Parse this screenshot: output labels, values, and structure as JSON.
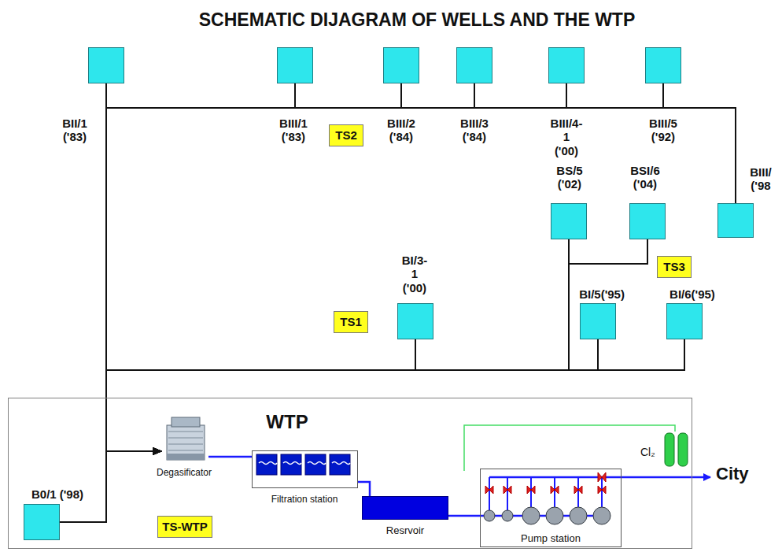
{
  "diagram": {
    "title": "SCHEMATIC DIJAGRAM OF WELLS AND THE WTP",
    "nodes": [
      {
        "text": [
          "BII/1 ('83)"
        ]
      },
      {
        "text": [
          "BIII/1 ('83)"
        ]
      },
      {
        "text": [
          "TS2"
        ]
      },
      {
        "text": [
          "BIII/2 ('84)"
        ]
      },
      {
        "text": [
          "BIII/3 ('84)"
        ]
      },
      {
        "text": [
          "BIII/4-1 ('00)"
        ]
      },
      {
        "text": [
          "BIII/5 ('92)"
        ]
      },
      {
        "text": [
          "BS/5 ('02)"
        ]
      },
      {
        "text": [
          "BSI/6 ('04)"
        ]
      },
      {
        "text": [
          "BIII/ ('98"
        ]
      },
      {
        "text": [
          "TS3"
        ]
      },
      {
        "text": [
          "BI/3-1 ('00)"
        ]
      },
      {
        "text": [
          "TS1"
        ]
      },
      {
        "text": [
          "BI/5('95)"
        ]
      },
      {
        "text": [
          "BI/6('95)"
        ]
      },
      {
        "text": [
          "WTP"
        ]
      },
      {
        "text": [
          "Degasificator"
        ],
        "in": 15
      },
      {
        "text": [
          "Filtration station"
        ],
        "in": 15
      },
      {
        "text": [
          "Resrvoir"
        ],
        "in": 15
      },
      {
        "text": [
          "Pump station"
        ],
        "in": 15
      },
      {
        "text": [
          "B0/1 ('98)"
        ],
        "in": 15
      },
      {
        "text": [
          "TS-WTP"
        ],
        "in": 15
      }
    ],
    "edges": [
      {
        "from": 0,
        "to": 16,
        "arrow": "to"
      },
      {
        "from": 1,
        "to": 16,
        "arrow": "to"
      },
      {
        "from": 3,
        "to": 16,
        "arrow": "to"
      },
      {
        "from": 4,
        "to": 16,
        "arrow": "to"
      },
      {
        "from": 5,
        "to": 16,
        "arrow": "to"
      },
      {
        "from": 6,
        "to": 16,
        "arrow": "to"
      },
      {
        "from": 9,
        "to": 16,
        "arrow": "to"
      },
      {
        "from": 7,
        "to": 16,
        "arrow": "to"
      },
      {
        "from": 8,
        "to": 16,
        "arrow": "to"
      },
      {
        "from": 11,
        "to": 16,
        "arrow": "to"
      },
      {
        "from": 13,
        "to": 16,
        "arrow": "to"
      },
      {
        "from": 14,
        "to": 16,
        "arrow": "to"
      },
      {
        "from": 20,
        "to": 16,
        "arrow": "to"
      },
      {
        "from": 16,
        "to": 17,
        "arrow": "none"
      },
      {
        "from": 17,
        "to": 18,
        "arrow": "none"
      },
      {
        "from": 18,
        "to": 19,
        "arrow": "none"
      }
    ],
    "labels": [
      "Cl₂",
      "City"
    ]
  }
}
